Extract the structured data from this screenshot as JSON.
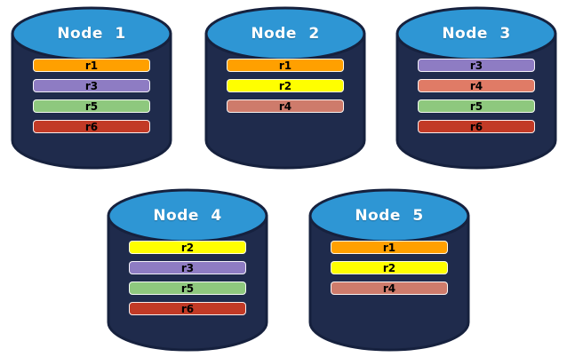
{
  "diagram": {
    "description": "Five database nodes holding replicas r1-r6",
    "cylinder": {
      "body_color": "#1F2B4C",
      "top_color": "#2E96D4",
      "outline_color": "#16213E"
    },
    "replica_palette": {
      "r1": "#FFA000",
      "r2": "#FFFF00",
      "r3": "#8E7CC3",
      "r4": "#CE7B6B",
      "r5": "#8EC87E",
      "r6": "#C23A26"
    },
    "nodes": [
      {
        "title": "Node 1",
        "replicas": [
          {
            "label": "r1",
            "color": "#FFA000"
          },
          {
            "label": "r3",
            "color": "#8E7CC3"
          },
          {
            "label": "r5",
            "color": "#8EC87E"
          },
          {
            "label": "r6",
            "color": "#C23A26"
          }
        ]
      },
      {
        "title": "Node 2",
        "replicas": [
          {
            "label": "r1",
            "color": "#FFA000"
          },
          {
            "label": "r2",
            "color": "#FFFF00"
          },
          {
            "label": "r4",
            "color": "#CE7B6B"
          }
        ]
      },
      {
        "title": "Node 3",
        "replicas": [
          {
            "label": "r3",
            "color": "#8E7CC3"
          },
          {
            "label": "r4",
            "color": "#E07B66"
          },
          {
            "label": "r5",
            "color": "#8EC87E"
          },
          {
            "label": "r6",
            "color": "#C23A26"
          }
        ]
      },
      {
        "title": "Node 4",
        "replicas": [
          {
            "label": "r2",
            "color": "#FFFF00"
          },
          {
            "label": "r3",
            "color": "#8E7CC3"
          },
          {
            "label": "r5",
            "color": "#8EC87E"
          },
          {
            "label": "r6",
            "color": "#C23A26"
          }
        ]
      },
      {
        "title": "Node 5",
        "replicas": [
          {
            "label": "r1",
            "color": "#FFA000"
          },
          {
            "label": "r2",
            "color": "#FFFF00"
          },
          {
            "label": "r4",
            "color": "#CE7B6B"
          }
        ]
      }
    ]
  }
}
